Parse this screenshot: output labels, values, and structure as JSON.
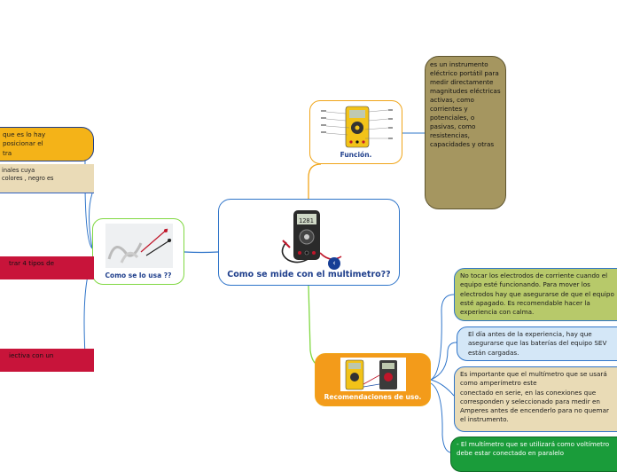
{
  "central": {
    "title": "Como se mide con el multimetro??"
  },
  "badge_icon": "chevron-left-icon",
  "topics": {
    "funcion": {
      "label": "Función."
    },
    "usa": {
      "label": "Como se lo usa ??"
    },
    "recomendaciones": {
      "label": "Recomendaciones de uso."
    }
  },
  "funcion_definition": "es un instrumento eléctrico portátil para medir directamente magnitudes eléctricas activas, como corrientes y potenciales, o pasivas, como resistencias, capacidades y otras",
  "uso_items": [
    "que es lo hay\nposicionar el\ntra",
    "inales cuya\ncolores , negro es",
    "trar 4 tipos de",
    "iectiva con un"
  ],
  "recomendaciones_items": [
    "No tocar los electrodos de corriente cuando el equipo esté funcionando. Para mover los electrodos hay que asegurarse de que el equipo esté apagado. Es recomendable hacer la experiencia con calma.",
    "El día antes de la experiencia, hay que asegurarse que las baterías del equipo SEV están cargadas.",
    "Es importante que el multímetro que se usará como amperímetro este\n conectado en serie, en las conexiones que corresponden y seleccionado para medir en Amperes antes de encenderlo para no quemar el instrumento.",
    "- El multímetro que se utilizará como voltímetro debe estar conectado en paralelo"
  ],
  "colors": {
    "central_border": "#2e74c9",
    "funcion_branch": "#f0a519",
    "usa_branch": "#80d842",
    "recom_fill": "#f39b1a",
    "definition_fill": "#a59660"
  }
}
